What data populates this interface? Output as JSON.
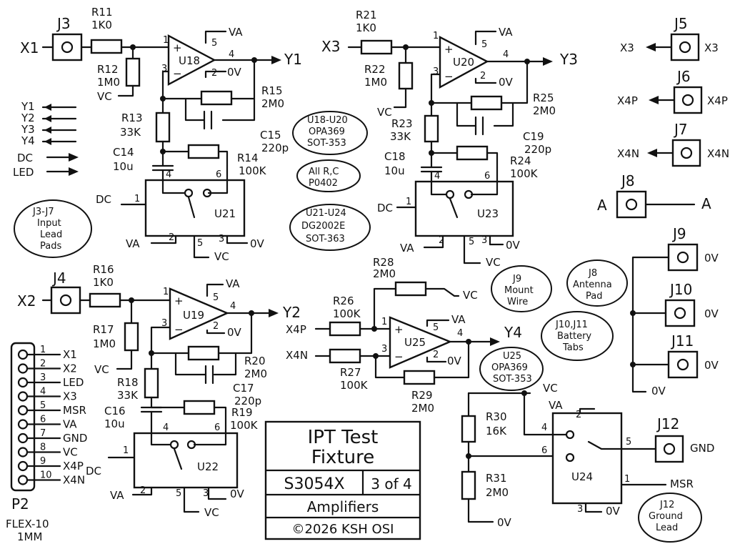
{
  "title_block": {
    "line1": "IPT Test",
    "line2": "Fixture",
    "doc_number": "S3054X",
    "sheet": "3 of 4",
    "subtitle": "Amplifiers",
    "copyright": "©2026 KSH OSI"
  },
  "notes": {
    "u18_u20_a": "U18-U20",
    "u18_u20_b": "OPA369",
    "u18_u20_c": "SOT-353",
    "rc_a": "All R,C",
    "rc_b": "P0402",
    "u21_a": "U21-U24",
    "u21_b": "DG2002E",
    "u21_c": "SOT-363",
    "j3_a": "J3-J7",
    "j3_b": "Input",
    "j3_c": "Lead",
    "j3_d": "Pads",
    "j9_a": "J9",
    "j9_b": "Mount",
    "j9_c": "Wire",
    "j8_a": "J8",
    "j8_b": "Antenna",
    "j8_c": "Pad",
    "j10_a": "J10,J11",
    "j10_b": "Battery",
    "j10_c": "Tabs",
    "u25_a": "U25",
    "u25_b": "OPA369",
    "u25_c": "SOT-353",
    "j12_a": "J12",
    "j12_b": "Ground",
    "j12_c": "Lead"
  },
  "legend": [
    "Y1",
    "Y2",
    "Y3",
    "Y4",
    "DC",
    "LED"
  ],
  "labels": {
    "x1": "X1",
    "x2": "X2",
    "x3": "X3",
    "y1": "Y1",
    "y2": "Y2",
    "y3": "Y3",
    "y4": "Y4",
    "x4p": "X4P",
    "x4n": "X4N",
    "a": "A",
    "dc": "DC",
    "va": "VA",
    "vc": "VC",
    "zero_v": "0V",
    "gnd": "GND",
    "msr": "MSR",
    "led": "LED"
  },
  "components": {
    "j3": "J3",
    "j4": "J4",
    "j5": "J5",
    "j6": "J6",
    "j7": "J7",
    "j8": "J8",
    "j9": "J9",
    "j10": "J10",
    "j11": "J11",
    "j12": "J12",
    "u18": "U18",
    "u19": "U19",
    "u20": "U20",
    "u21": "U21",
    "u22": "U22",
    "u23": "U23",
    "u24": "U24",
    "u25": "U25",
    "r11": "R11",
    "r11v": "1K0",
    "r12": "R12",
    "r12v": "1M0",
    "r13": "R13",
    "r13v": "33K",
    "r14": "R14",
    "r14v": "100K",
    "r15": "R15",
    "r15v": "2M0",
    "c14": "C14",
    "c14v": "10u",
    "c15": "C15",
    "c15v": "220p",
    "r16": "R16",
    "r16v": "1K0",
    "r17": "R17",
    "r17v": "1M0",
    "r18": "R18",
    "r18v": "33K",
    "r19": "R19",
    "r19v": "100K",
    "r20": "R20",
    "r20v": "2M0",
    "c16": "C16",
    "c16v": "10u",
    "c17": "C17",
    "c17v": "220p",
    "r21": "R21",
    "r21v": "1K0",
    "r22": "R22",
    "r22v": "1M0",
    "r23": "R23",
    "r23v": "33K",
    "r24": "R24",
    "r24v": "100K",
    "r25": "R25",
    "r25v": "2M0",
    "c18": "C18",
    "c18v": "10u",
    "c19": "C19",
    "c19v": "220p",
    "r26": "R26",
    "r26v": "100K",
    "r27": "R27",
    "r27v": "100K",
    "r28": "R28",
    "r28v": "2M0",
    "r29": "R29",
    "r29v": "2M0",
    "r30": "R30",
    "r30v": "16K",
    "r31": "R31",
    "r31v": "2M0"
  },
  "connector_p2": {
    "name": "P2",
    "type_a": "FLEX-10",
    "type_b": "1MM",
    "pins": [
      {
        "num": "1",
        "signal": "X1"
      },
      {
        "num": "2",
        "signal": "X2"
      },
      {
        "num": "3",
        "signal": "LED"
      },
      {
        "num": "4",
        "signal": "X3"
      },
      {
        "num": "5",
        "signal": "MSR"
      },
      {
        "num": "6",
        "signal": "VA"
      },
      {
        "num": "7",
        "signal": "GND"
      },
      {
        "num": "8",
        "signal": "VC"
      },
      {
        "num": "9",
        "signal": "X4P"
      },
      {
        "num": "10",
        "signal": "X4N"
      }
    ]
  },
  "pins": {
    "p1": "1",
    "p2": "2",
    "p3": "3",
    "p4": "4",
    "p5": "5",
    "p6": "6",
    "plus": "+",
    "minus": "−"
  }
}
